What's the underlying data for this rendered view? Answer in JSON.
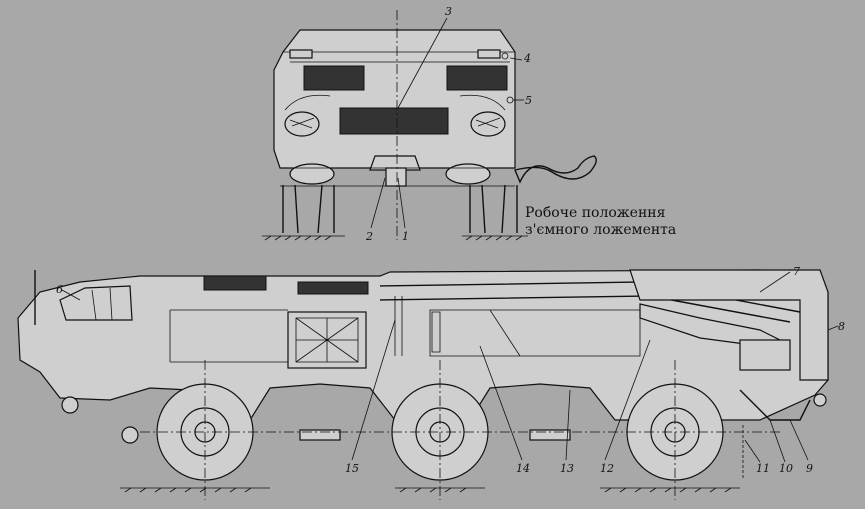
{
  "figure": {
    "caption_line1": "Робоче положення",
    "caption_line2": "з'ємного ложемента",
    "callouts": [
      "1",
      "2",
      "3",
      "4",
      "5",
      "6",
      "7",
      "8",
      "9",
      "10",
      "11",
      "12",
      "13",
      "14",
      "15"
    ]
  },
  "colors": {
    "background": "#a8a8a8",
    "ink": "#111111",
    "body_fill": "#cfcfcf"
  }
}
